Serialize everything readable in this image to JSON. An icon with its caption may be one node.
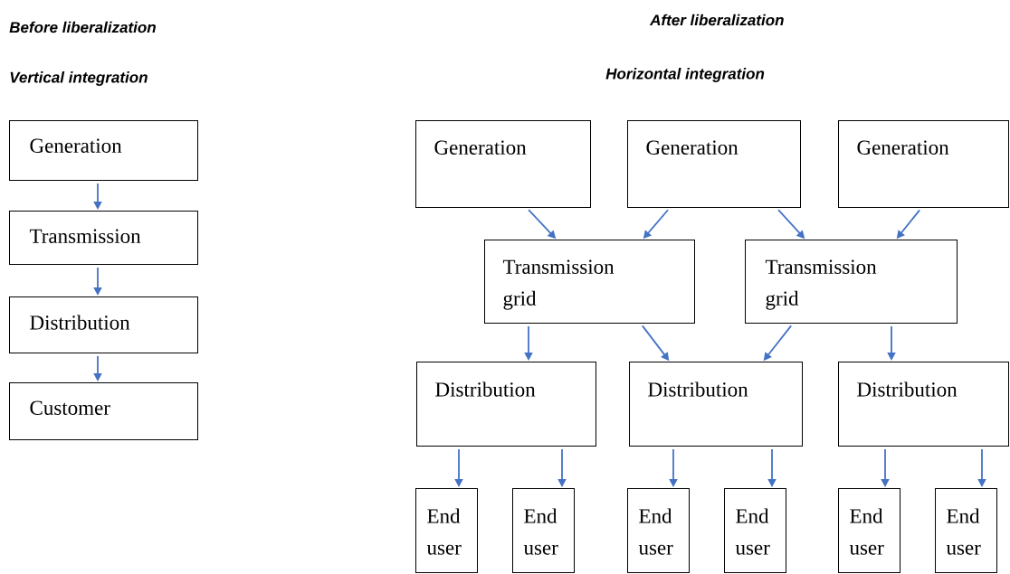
{
  "diagram": {
    "nodes": [
      {
        "text": [
          "Generation"
        ]
      },
      {
        "text": [
          "Transmission"
        ]
      },
      {
        "text": [
          "Distribution"
        ]
      },
      {
        "text": [
          "Customer"
        ]
      },
      {
        "text": [
          "Generation"
        ]
      },
      {
        "text": [
          "Generation"
        ]
      },
      {
        "text": [
          "Generation"
        ]
      },
      {
        "text": [
          "Transmission grid"
        ]
      },
      {
        "text": [
          "Transmission grid"
        ]
      },
      {
        "text": [
          "Distribution"
        ]
      },
      {
        "text": [
          "Distribution"
        ]
      },
      {
        "text": [
          "Distribution"
        ]
      },
      {
        "text": [
          "End user"
        ]
      },
      {
        "text": [
          "End user"
        ]
      },
      {
        "text": [
          "End user"
        ]
      },
      {
        "text": [
          "End user"
        ]
      },
      {
        "text": [
          "End user"
        ]
      },
      {
        "text": [
          "End user"
        ]
      }
    ],
    "edges": [
      {
        "from": 0,
        "to": 1,
        "arrow": "to"
      },
      {
        "from": 1,
        "to": 2,
        "arrow": "to"
      },
      {
        "from": 2,
        "to": 3,
        "arrow": "to"
      },
      {
        "from": 4,
        "to": 7,
        "arrow": "to"
      },
      {
        "from": 5,
        "to": 7,
        "arrow": "to"
      },
      {
        "from": 5,
        "to": 8,
        "arrow": "to"
      },
      {
        "from": 6,
        "to": 8,
        "arrow": "to"
      },
      {
        "from": 7,
        "to": 9,
        "arrow": "to"
      },
      {
        "from": 7,
        "to": 10,
        "arrow": "to"
      },
      {
        "from": 8,
        "to": 10,
        "arrow": "to"
      },
      {
        "from": 8,
        "to": 11,
        "arrow": "to"
      },
      {
        "from": 9,
        "to": 12,
        "arrow": "to"
      },
      {
        "from": 9,
        "to": 13,
        "arrow": "to"
      },
      {
        "from": 10,
        "to": 14,
        "arrow": "to"
      },
      {
        "from": 10,
        "to": 15,
        "arrow": "to"
      },
      {
        "from": 11,
        "to": 16,
        "arrow": "to"
      },
      {
        "from": 11,
        "to": 17,
        "arrow": "to"
      }
    ],
    "labels": [
      "Before liberalization",
      "Vertical integration",
      "After liberalization",
      "Horizontal integration"
    ]
  }
}
